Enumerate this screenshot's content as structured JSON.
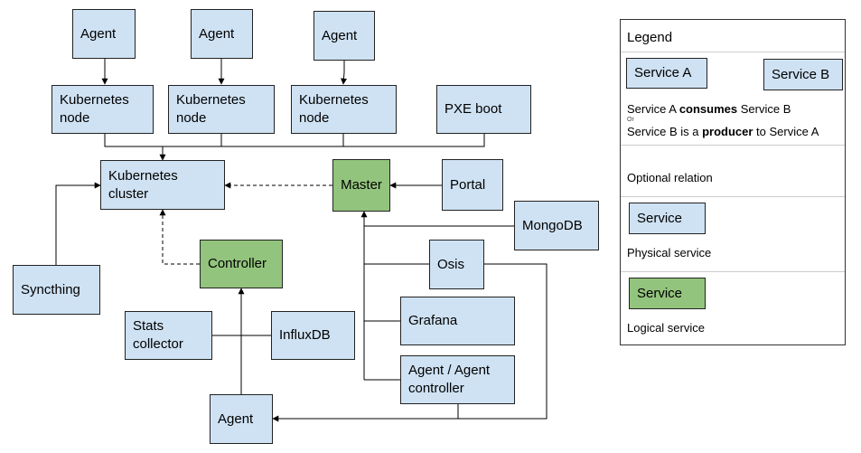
{
  "diagram": {
    "nodes": {
      "agent_1": "Agent",
      "agent_2": "Agent",
      "agent_3": "Agent",
      "k8s_node_1": "Kubernetes\nnode",
      "k8s_node_2": "Kubernetes\nnode",
      "k8s_node_3": "Kubernetes\nnode",
      "pxe_boot": "PXE boot",
      "k8s_cluster": "Kubernetes\ncluster",
      "master": "Master",
      "portal": "Portal",
      "mongodb": "MongoDB",
      "controller": "Controller",
      "osis": "Osis",
      "syncthing": "Syncthing",
      "stats_collector": "Stats\ncollector",
      "influxdb": "InfluxDB",
      "grafana": "Grafana",
      "agent_controller": "Agent / Agent\ncontroller",
      "agent_bottom": "Agent"
    },
    "colors": {
      "physical": "#cfe2f3",
      "logical": "#93c47d",
      "border": "#222222"
    }
  },
  "legend": {
    "title": "Legend",
    "service_a": "Service A",
    "service_b": "Service B",
    "line1_part1": "Service A ",
    "line1_bold": "consumes",
    "line1_part2": " Service B",
    "or_text": "Or",
    "line2_part1": "Service B is a ",
    "line2_bold": "producer",
    "line2_part2": " to Service A",
    "optional_relation": "Optional relation",
    "physical_box": "Service",
    "physical_label": "Physical service",
    "logical_box": "Service",
    "logical_label": "Logical service"
  }
}
